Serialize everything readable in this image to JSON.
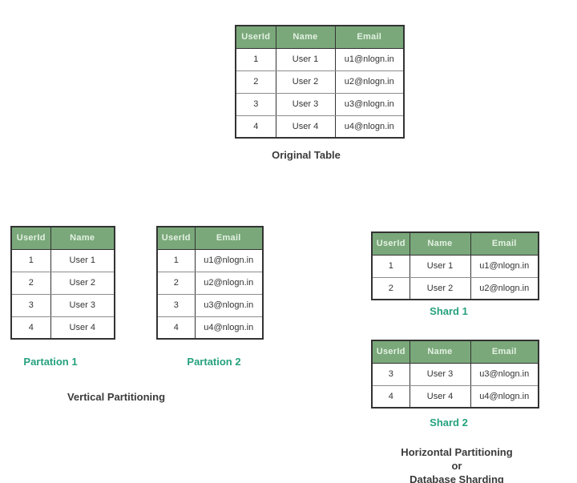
{
  "colors": {
    "background": "#ffffff",
    "header_bg": "#7aa87a",
    "header_text": "#e3f1e3",
    "cell_text": "#333333",
    "caption_accent": "#25a17e",
    "label_text": "#3b3b3b",
    "border_dark": "#333333",
    "row_line": "#8c8c8c"
  },
  "tables": {
    "original": {
      "headers": [
        "UserId",
        "Name",
        "Email"
      ],
      "rows": [
        [
          "1",
          "User 1",
          "u1@nlogn.in"
        ],
        [
          "2",
          "User 2",
          "u2@nlogn.in"
        ],
        [
          "3",
          "User 3",
          "u3@nlogn.in"
        ],
        [
          "4",
          "User 4",
          "u4@nlogn.in"
        ]
      ]
    },
    "partition1": {
      "headers": [
        "UserId",
        "Name"
      ],
      "rows": [
        [
          "1",
          "User 1"
        ],
        [
          "2",
          "User 2"
        ],
        [
          "3",
          "User 3"
        ],
        [
          "4",
          "User 4"
        ]
      ]
    },
    "partition2": {
      "headers": [
        "UserId",
        "Email"
      ],
      "rows": [
        [
          "1",
          "u1@nlogn.in"
        ],
        [
          "2",
          "u2@nlogn.in"
        ],
        [
          "3",
          "u3@nlogn.in"
        ],
        [
          "4",
          "u4@nlogn.in"
        ]
      ]
    },
    "shard1": {
      "headers": [
        "UserId",
        "Name",
        "Email"
      ],
      "rows": [
        [
          "1",
          "User 1",
          "u1@nlogn.in"
        ],
        [
          "2",
          "User 2",
          "u2@nlogn.in"
        ]
      ]
    },
    "shard2": {
      "headers": [
        "UserId",
        "Name",
        "Email"
      ],
      "rows": [
        [
          "3",
          "User 3",
          "u3@nlogn.in"
        ],
        [
          "4",
          "User 4",
          "u4@nlogn.in"
        ]
      ]
    }
  },
  "labels": {
    "original_caption": "Original Table",
    "partition1_caption": "Partation 1",
    "partition2_caption": "Partation 2",
    "vertical_title": "Vertical Partitioning",
    "shard1_caption": "Shard 1",
    "shard2_caption": "Shard 2",
    "horizontal_title_line1": "Horizontal Partitioning",
    "horizontal_title_line2": "or",
    "horizontal_title_line3": "Database Sharding"
  }
}
